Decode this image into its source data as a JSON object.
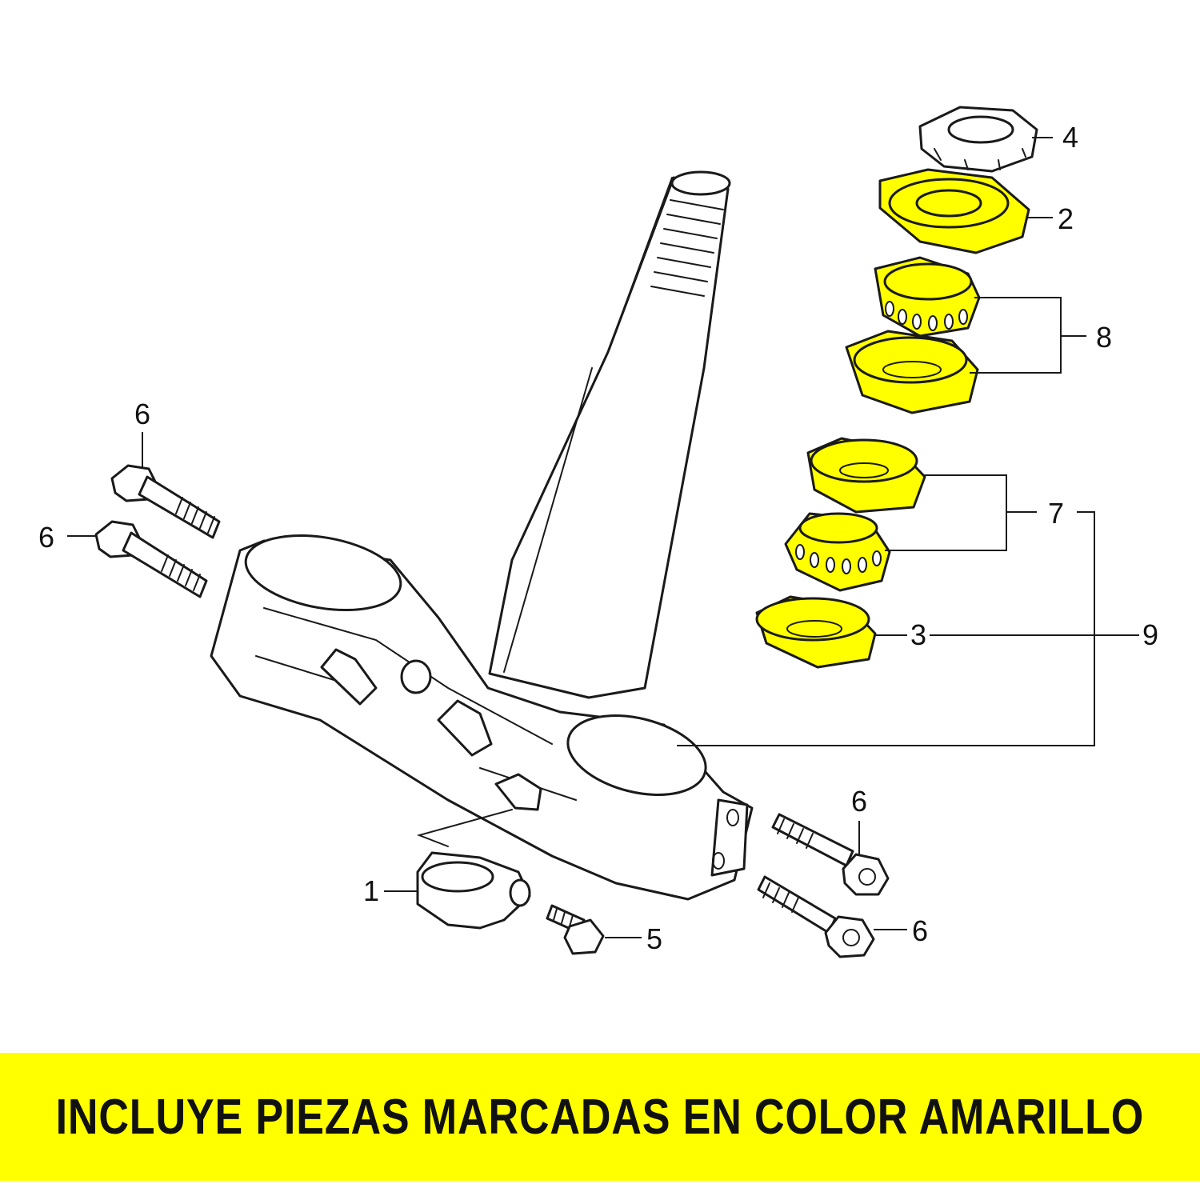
{
  "highlight_color": "#ffff00",
  "banner": {
    "text": "INCLUYE PIEZAS MARCADAS EN COLOR AMARILLO",
    "color": "#ffff00"
  },
  "callouts": {
    "part_1": "1",
    "part_2": "2",
    "part_3": "3",
    "part_4": "4",
    "part_5": "5",
    "part_6a": "6",
    "part_6b": "6",
    "part_6c": "6",
    "part_6d": "6",
    "part_7": "7",
    "part_8": "8",
    "part_9": "9"
  },
  "highlighted_parts": [
    "2",
    "8",
    "7",
    "3"
  ]
}
